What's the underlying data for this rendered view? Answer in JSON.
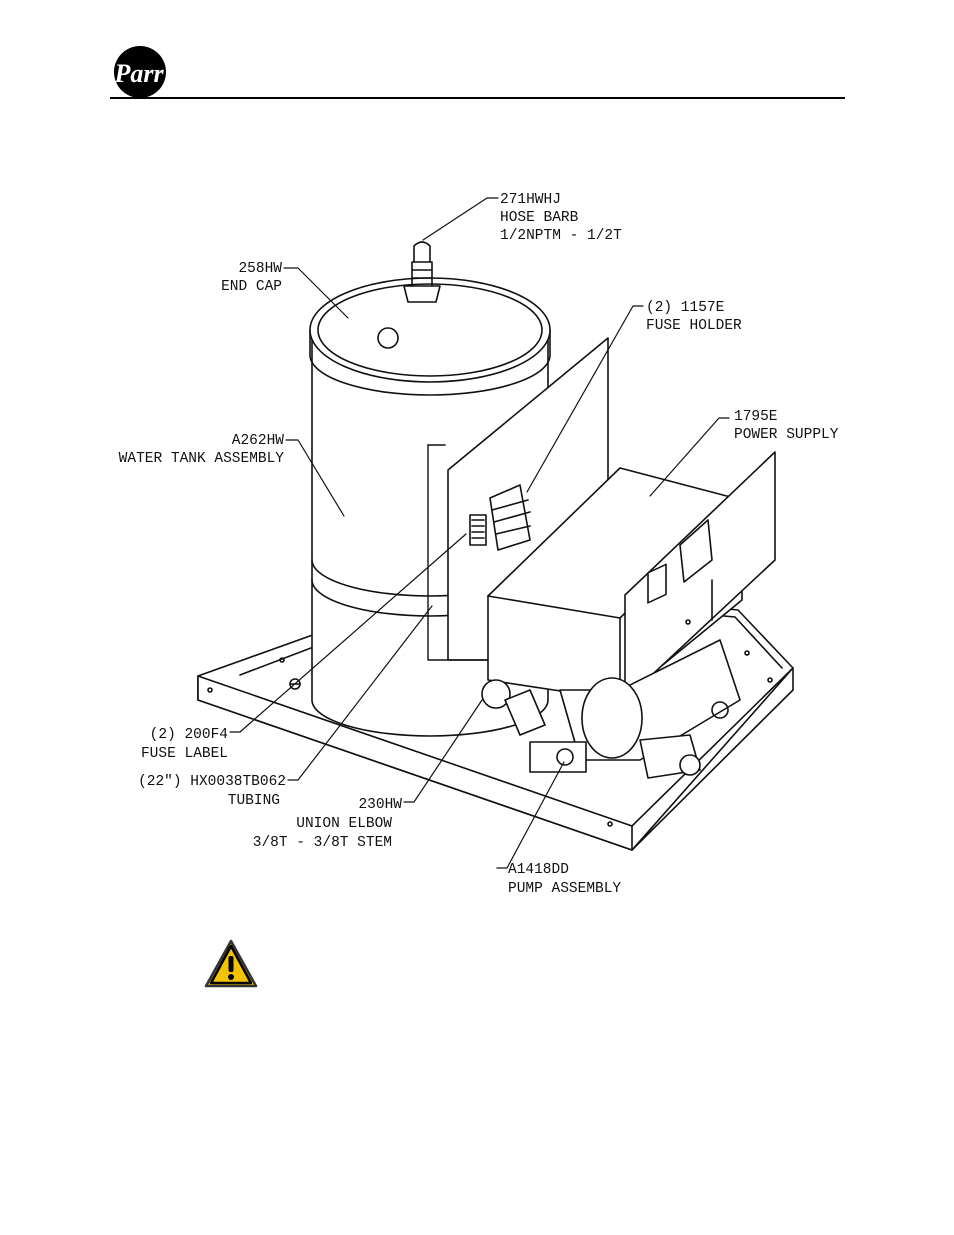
{
  "labels": {
    "hose_barb": [
      "271HWHJ",
      "HOSE BARB",
      "1/2NPTM - 1/2T"
    ],
    "end_cap": [
      "258HW",
      "END CAP"
    ],
    "fuse_holder": [
      "(2) 1157E",
      "FUSE HOLDER"
    ],
    "water_tank": [
      "A262HW",
      "WATER TANK ASSEMBLY"
    ],
    "power_supply": [
      "1795E",
      "POWER SUPPLY"
    ],
    "fuse_label": [
      "(2) 200F4",
      "FUSE LABEL"
    ],
    "tubing": [
      "(22\") HX0038TB062",
      "TUBING"
    ],
    "union_elbow": [
      "230HW",
      "UNION ELBOW",
      "3/8T - 3/8T STEM"
    ],
    "pump": [
      "A1418DD",
      "PUMP ASSEMBLY"
    ]
  },
  "logo": {
    "brand": "Parr",
    "icon": "parr-logo-icon"
  },
  "warning": {
    "icon": "warning-triangle-icon",
    "color": "#f2c300"
  }
}
